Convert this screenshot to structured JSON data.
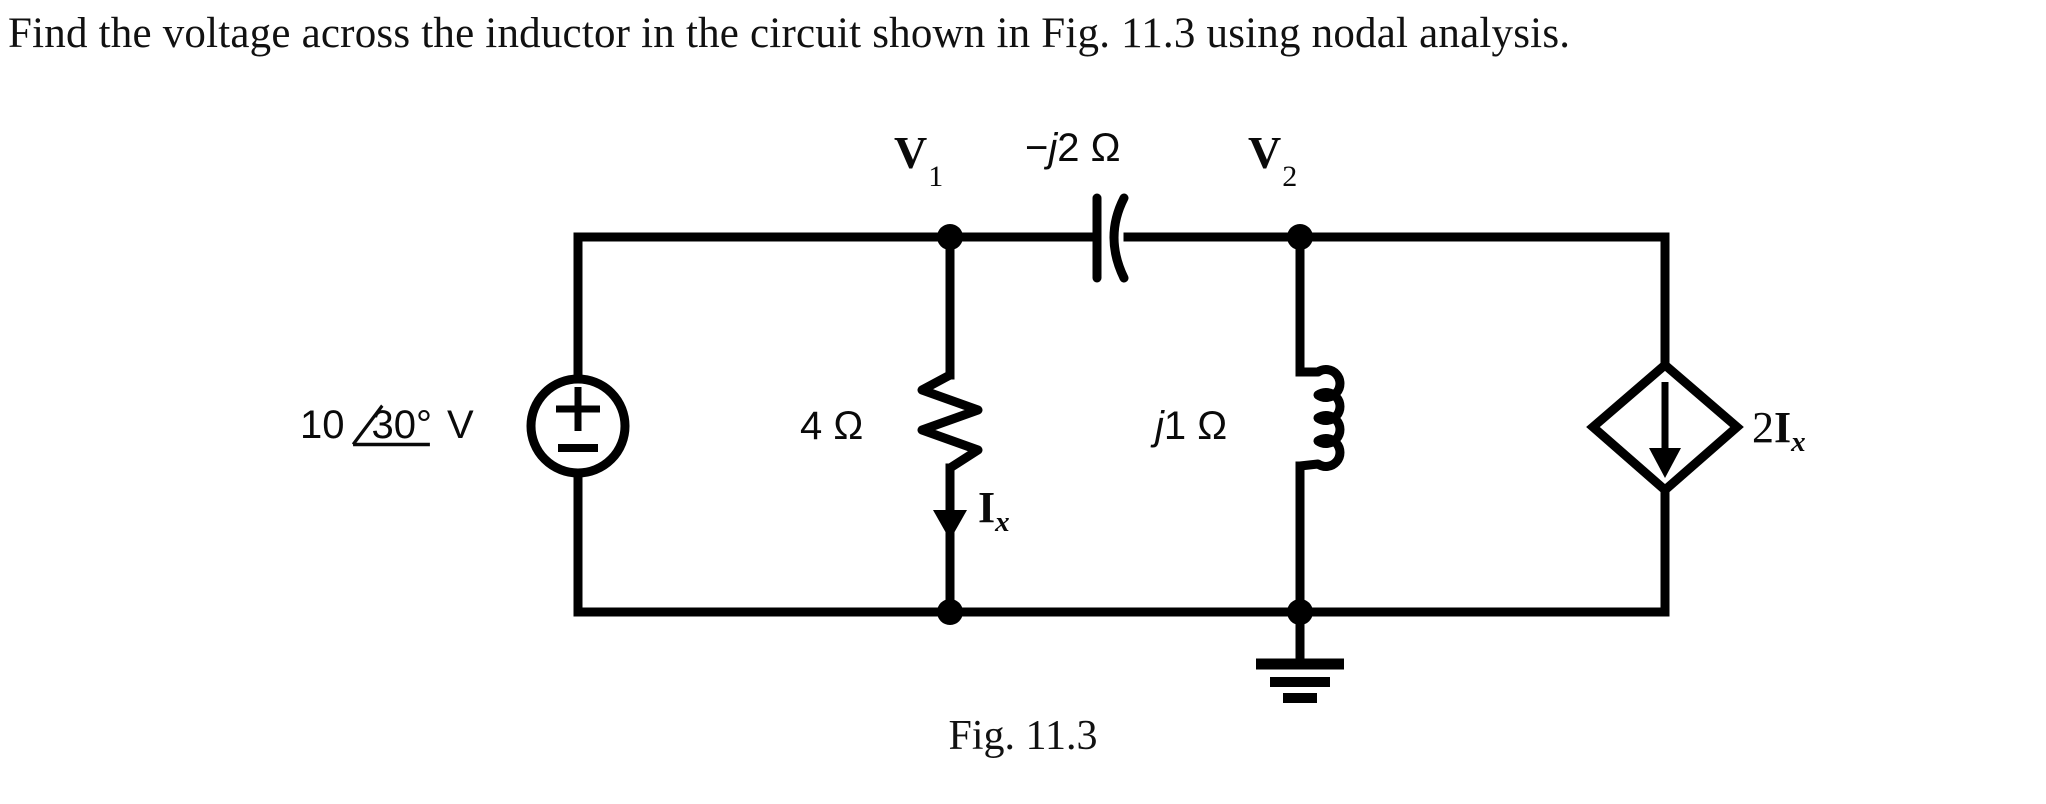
{
  "problem": {
    "statement": "Find the voltage across the inductor in the circuit shown in Fig. 11.3 using nodal analysis."
  },
  "figure": {
    "caption": "Fig. 11.3",
    "labels": {
      "node1": "V",
      "node1_sub": "1",
      "node2": "V",
      "node2_sub": "2",
      "source_magnitude": "10",
      "source_angle": "30°",
      "source_unit": "V",
      "source_polarity_plus": "+",
      "source_polarity_minus": "−",
      "resistor_value": "4 Ω",
      "capacitor_value_sign": "−",
      "capacitor_value_j": "j",
      "capacitor_value_num": "2 Ω",
      "inductor_value_j": "j",
      "inductor_value_num": "1 Ω",
      "branch_current": "I",
      "branch_current_sub": "x",
      "dependent_source_coef": "2",
      "dependent_source_current": "I",
      "dependent_source_sub": "x"
    },
    "components": {
      "voltage_source": "independent-voltage-source",
      "resistor": "resistor-4-ohm",
      "capacitor": "capacitor-minus-j2-ohm",
      "inductor": "inductor-j1-ohm",
      "dependent_source": "dependent-current-source-2Ix",
      "ground": "ground-reference"
    },
    "colors": {
      "wire": "#000000",
      "background": "#ffffff",
      "text": "#111111"
    }
  }
}
